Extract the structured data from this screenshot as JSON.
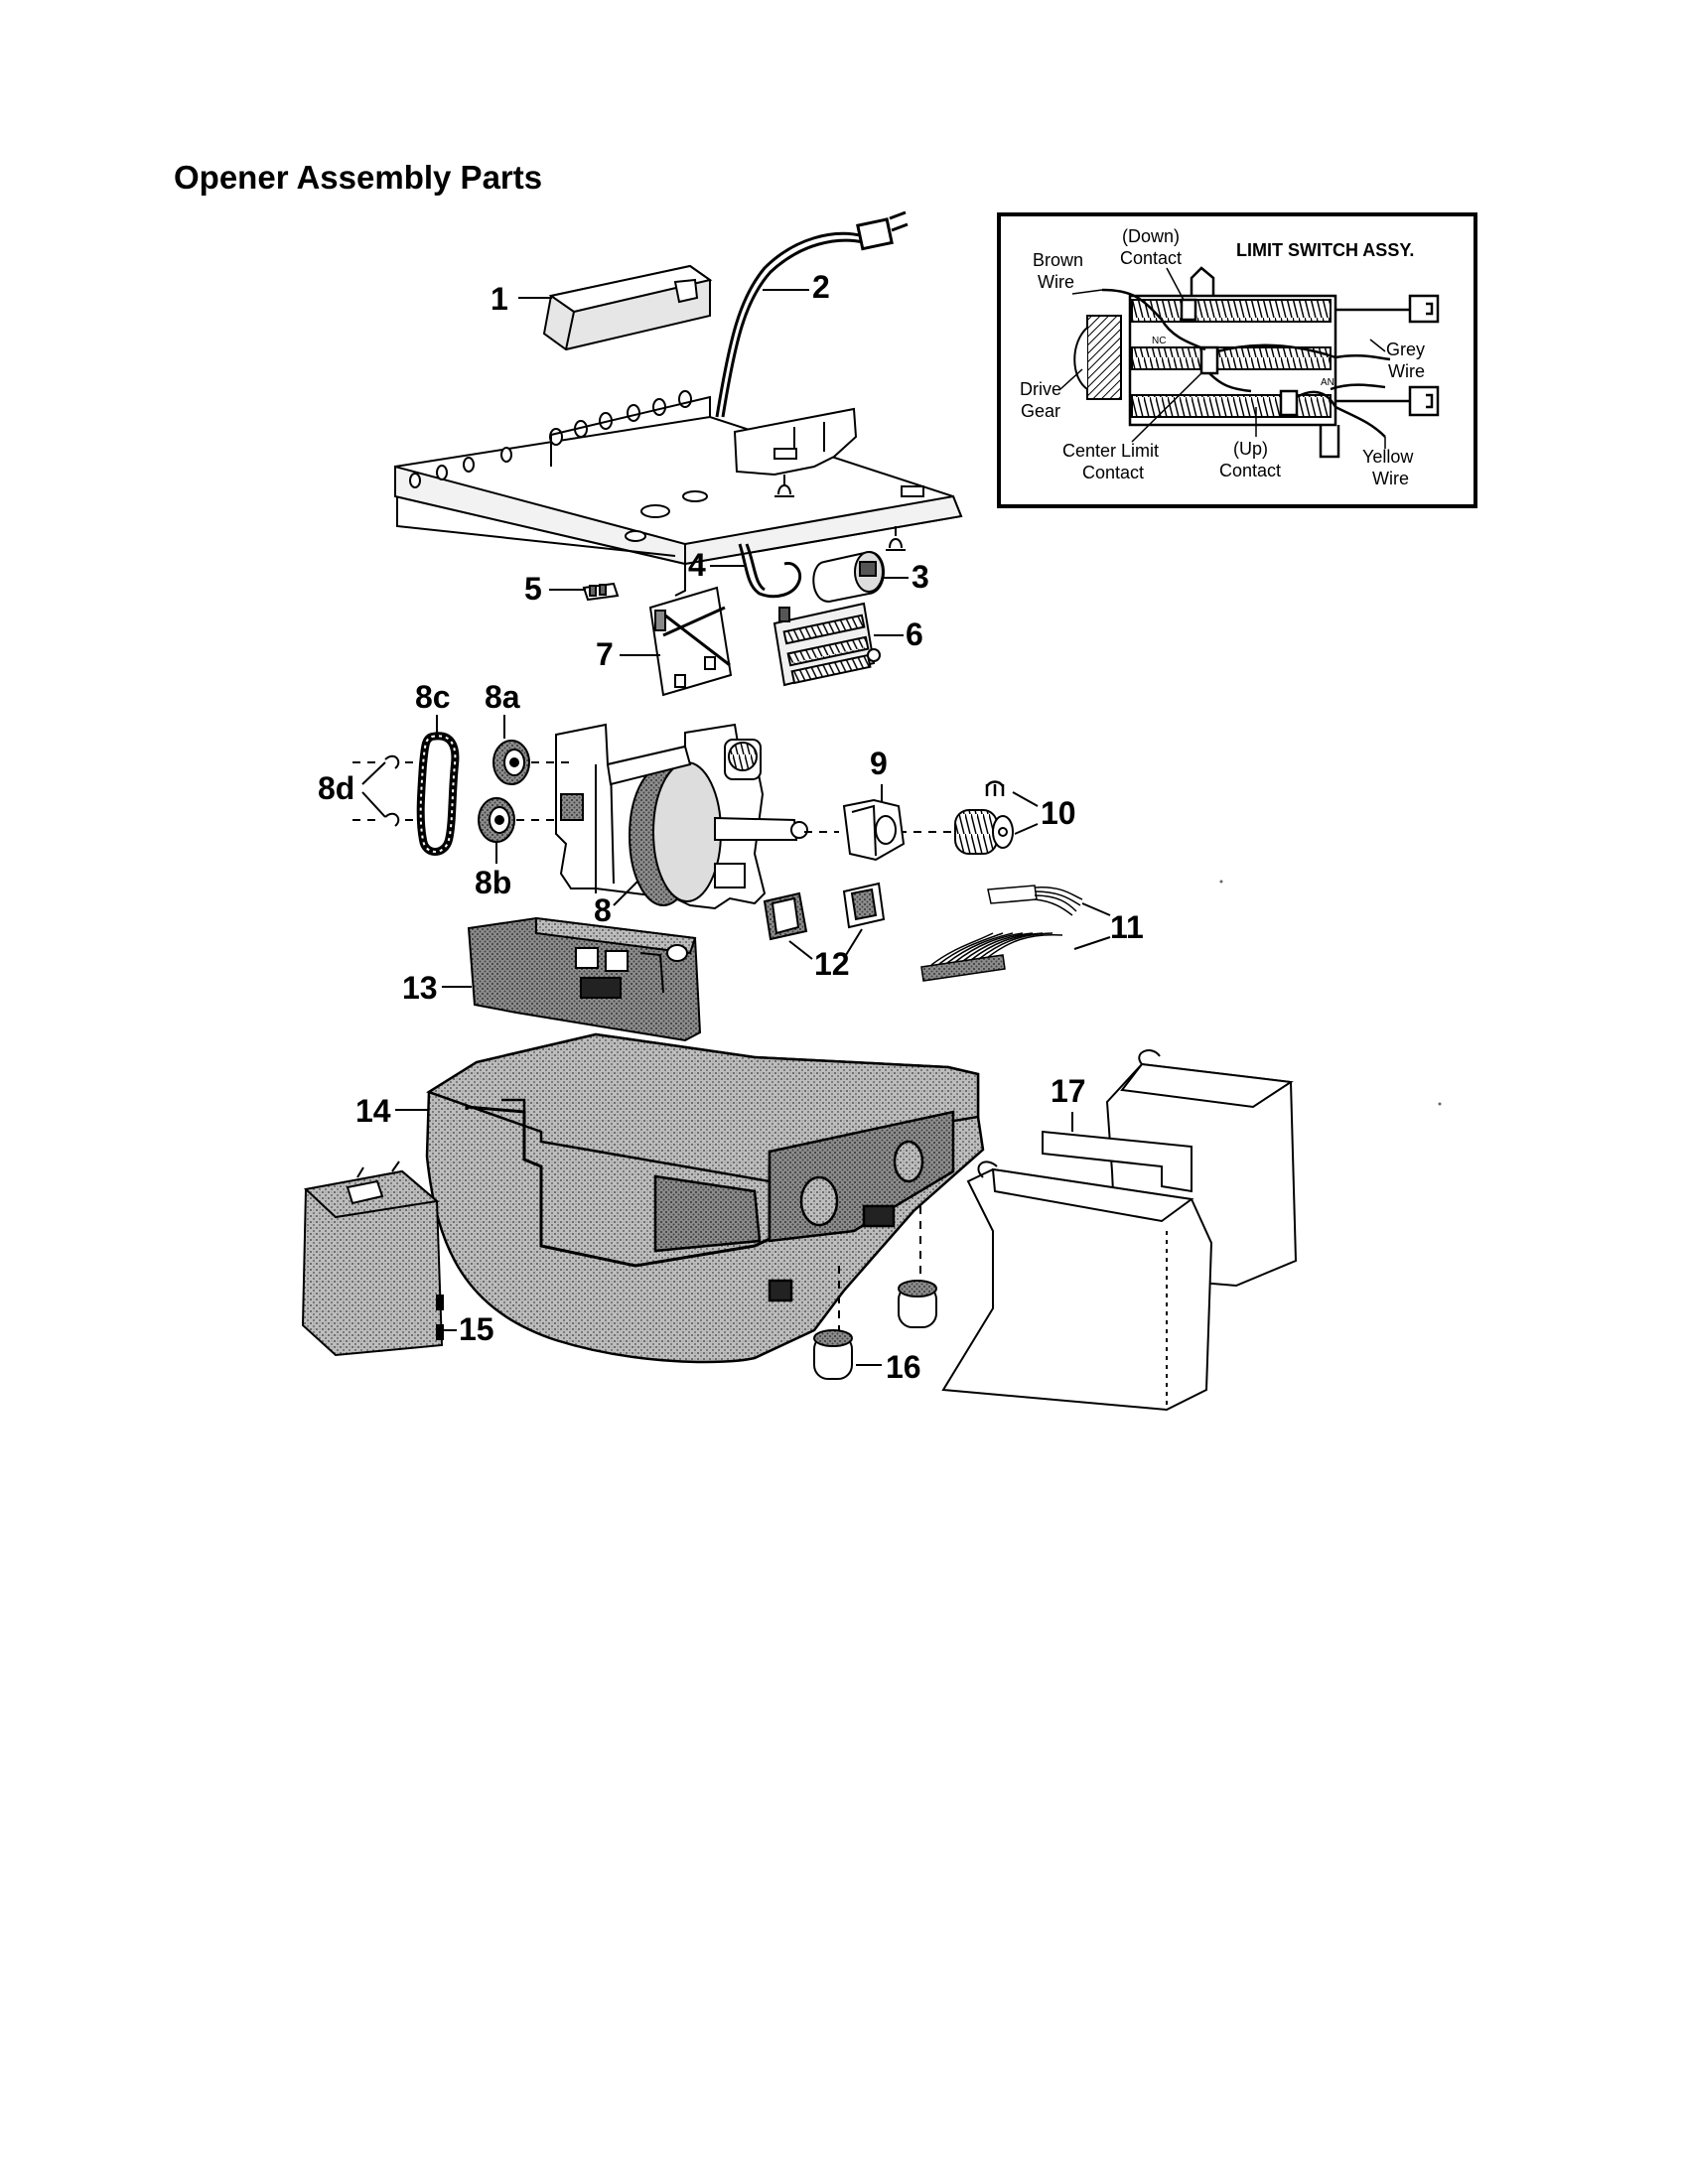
{
  "title": "Opener Assembly Parts",
  "callouts": {
    "p1": "1",
    "p2": "2",
    "p3": "3",
    "p4": "4",
    "p5": "5",
    "p6": "6",
    "p7": "7",
    "p8": "8",
    "p8a": "8a",
    "p8b": "8b",
    "p8c": "8c",
    "p8d": "8d",
    "p9": "9",
    "p10": "10",
    "p11": "11",
    "p12": "12",
    "p13": "13",
    "p14": "14",
    "p15": "15",
    "p16": "16",
    "p17": "17"
  },
  "inset": {
    "title": "LIMIT SWITCH ASSY.",
    "down_contact_1": "(Down)",
    "down_contact_2": "Contact",
    "brown_wire_1": "Brown",
    "brown_wire_2": "Wire",
    "grey_wire_1": "Grey",
    "grey_wire_2": "Wire",
    "drive_gear_1": "Drive",
    "drive_gear_2": "Gear",
    "center_limit_1": "Center Limit",
    "center_limit_2": "Contact",
    "up_contact_1": "(Up)",
    "up_contact_2": "Contact",
    "yellow_wire_1": "Yellow",
    "yellow_wire_2": "Wire",
    "mark_nc": "NC",
    "mark_an": "AN"
  }
}
